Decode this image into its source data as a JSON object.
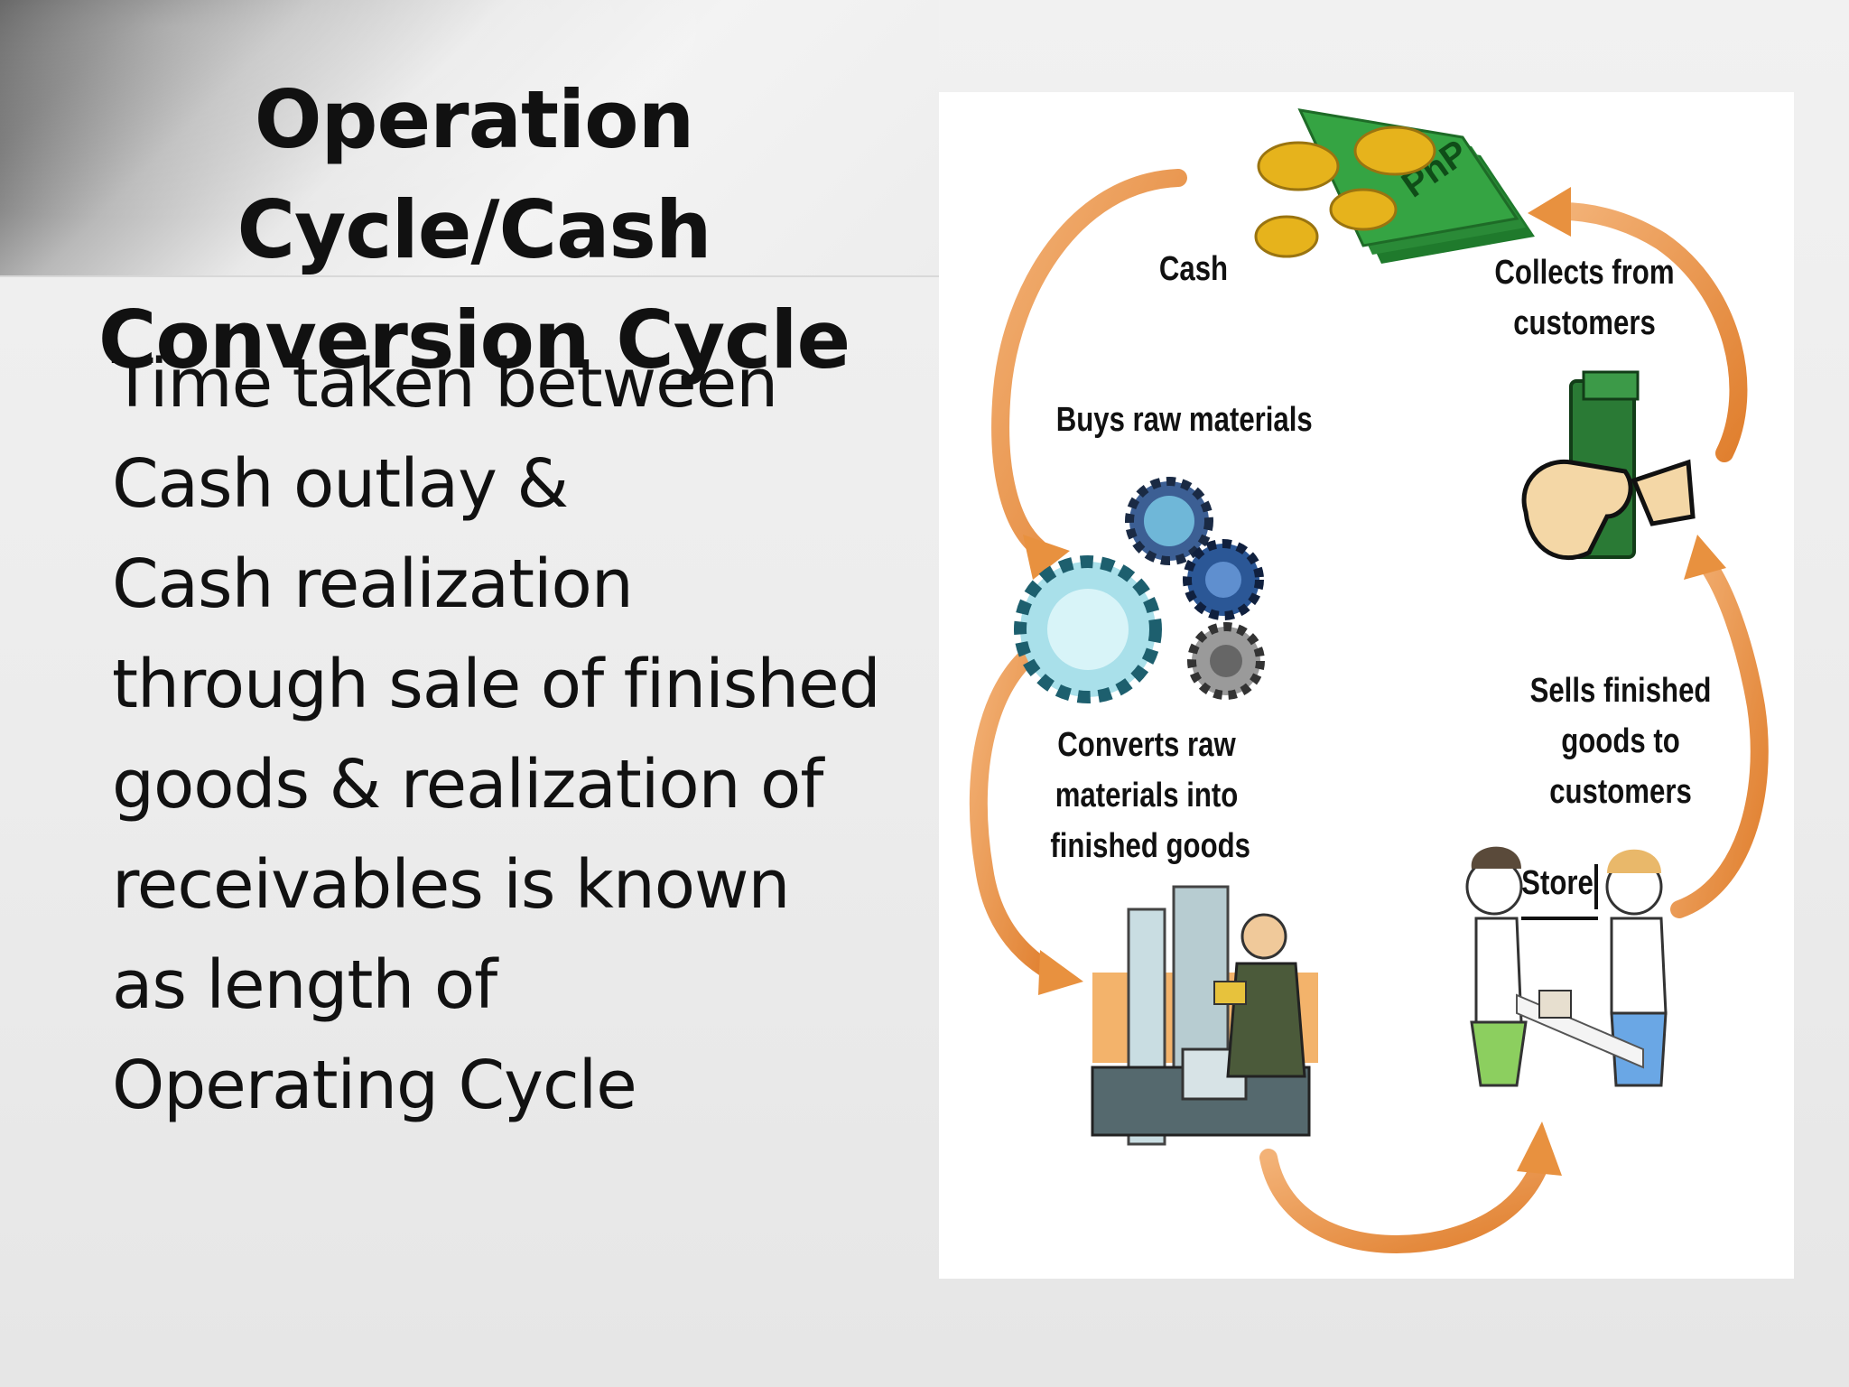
{
  "slide": {
    "title_lines": [
      "Operation Cycle/Cash",
      "Conversion Cycle"
    ],
    "body_lines": [
      "Time taken between",
      "Cash outlay &",
      "Cash realization",
      "through sale of finished",
      "goods & realization of",
      "receivables is known",
      "as length of",
      "Operating Cycle"
    ]
  },
  "diagram": {
    "labels": {
      "cash": "Cash",
      "collects": [
        "Collects from",
        "customers"
      ],
      "buys": "Buys raw materials",
      "converts": [
        "Converts raw",
        "materials into",
        "finished goods"
      ],
      "sells": [
        "Sells finished",
        "goods to",
        "customers"
      ],
      "store_sign": "Store",
      "bill_text": "PhP"
    },
    "colors": {
      "arrow": "#e8913f",
      "money": "#2f9a3c",
      "coin": "#e6b31c"
    }
  }
}
